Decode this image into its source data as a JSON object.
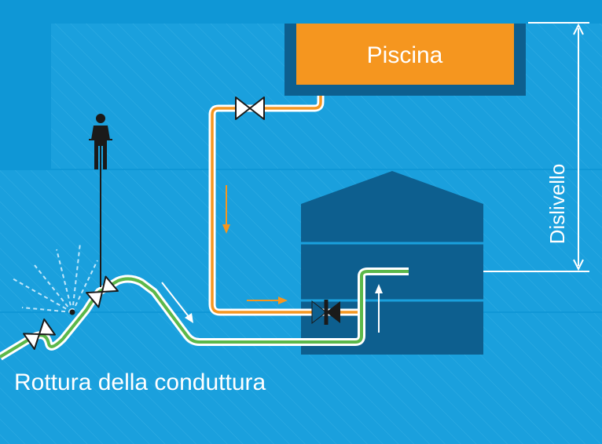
{
  "labels": {
    "pool": "Piscina",
    "height_difference": "Dislivello",
    "pipe_break": "Rottura della conduttura"
  },
  "colors": {
    "background": "#0f97d6",
    "hatch_zone": "#1aa0dd",
    "hatch_line": "#3cb2e6",
    "pool_wall": "#0d5f8f",
    "pool_water": "#f5961f",
    "tank": "#0d5f8f",
    "supply_pipe": "#f5961f",
    "main_pipe": "#5bb84a",
    "pipe_edge": "#ffffff"
  },
  "icons": [
    "gate-valve-icon",
    "check-valve-icon",
    "person-icon",
    "leak-spray-icon",
    "flow-arrow-icon"
  ]
}
